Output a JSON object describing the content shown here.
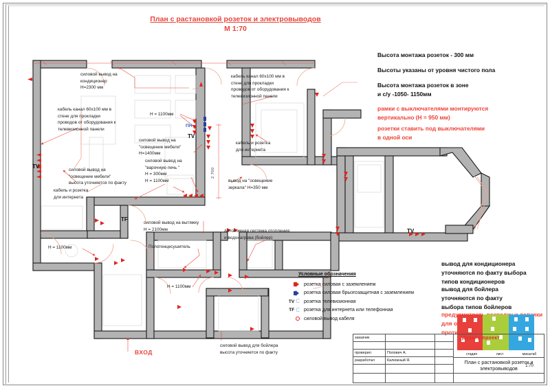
{
  "sheet": {
    "title": "План с растановкой розеток и электровыводов",
    "scale_label": "М 1:70"
  },
  "notes_black": [
    "Высота монтажа розеток - 300 мм",
    "Высоты указаны от уровня чистого пола",
    "Высота монтажа розеток в зоне",
    " и с/у -1050- 1150мм"
  ],
  "notes_red": [
    "рамки с выключателями монтируются",
    "вертикально (Н = 950 мм)",
    "розетки ставить под выключателями",
    "в одной оси"
  ],
  "notes_bottom": [
    "вывод для кондиционера",
    "уточняются по факту выбора",
    "типов кондиционеров",
    "вывод для бойлера",
    "уточняются по факту",
    "выбора типов бойлеров",
    "предусмотреть разводку и датчики",
    "для охраной сигнализации,",
    "противопожарные датчики"
  ],
  "annotations": [
    {
      "id": "ac-outlet",
      "lines": [
        "силовой вывод на",
        "кондиционер",
        " Н=2300 мм"
      ]
    },
    {
      "id": "cable-channel-left",
      "lines": [
        "кабель канал 60х100 мм в",
        "стене для прокладки",
        "проводов от оборудования к",
        "телевизионной панели"
      ]
    },
    {
      "id": "cable-channel-right",
      "lines": [
        "кабель канал 60х100 мм в",
        "стене для прокладки",
        "проводов от оборудования к",
        "телевизионной панели"
      ]
    },
    {
      "id": "h1100-a",
      "lines": [
        "Н = 1100мм"
      ]
    },
    {
      "id": "h1100-b",
      "lines": [
        "Н = 1100мм"
      ]
    },
    {
      "id": "h1100-c",
      "lines": [
        "Н = 1100мм"
      ]
    },
    {
      "id": "h1100-d",
      "lines": [
        "Н = 1100мм"
      ]
    },
    {
      "id": "h1100-e",
      "lines": [
        "Н = 1100мм"
      ]
    },
    {
      "id": "furniture-light-1400",
      "lines": [
        "силовой вывод на",
        "\"освещение мебели\"",
        "Н=1400мм"
      ]
    },
    {
      "id": "cooktop-300",
      "lines": [
        "силовой вывод на",
        "\"варочную печь \"",
        " Н = 300мм"
      ]
    },
    {
      "id": "furniture-light-tbd",
      "lines": [
        "силовой вывод на",
        "\"освещение мебели\"",
        "высота уточняется по факту"
      ]
    },
    {
      "id": "internet-socket-left",
      "lines": [
        "кабель и розетка",
        "для интернета"
      ]
    },
    {
      "id": "internet-socket-right",
      "lines": [
        "кабель и розетка",
        "для интернета"
      ]
    },
    {
      "id": "mirror-light-350",
      "lines": [
        "вывод на  \"освещение",
        "зеркала\" Н=350 мм"
      ]
    },
    {
      "id": "hood-2100",
      "lines": [
        "силовой вывод на вытяжку",
        "Н = 2100мм"
      ]
    },
    {
      "id": "towel-dryer",
      "lines": [
        "Полотенцесушитель"
      ]
    },
    {
      "id": "boiler-system",
      "lines": [
        "Автономная система отопления,",
        "и водонагрева (бойлер)"
      ]
    },
    {
      "id": "boiler-outlet",
      "lines": [
        "силовой вывод для  бойлера",
        "высота уточняется по факту"
      ]
    }
  ],
  "tags": {
    "tv_left": "TV",
    "tv_center": "TV",
    "tv_right": "TV",
    "tf_left": "TF",
    "pn": "ПН",
    "dimension": "2 700",
    "entry": "ВХОД"
  },
  "legend": {
    "title": "Условные обозначения",
    "items": [
      {
        "code": "",
        "symbol": "socket-red",
        "label": "розетка силовая с заземлением"
      },
      {
        "code": "",
        "symbol": "socket-blue",
        "label": "розетка силовая брызгозащитная с заземлением"
      },
      {
        "code": "TV",
        "symbol": "c-mark",
        "label": "розетка телевизионная"
      },
      {
        "code": "TF",
        "symbol": "c-mark",
        "label": "розетка для интернета или телефонная"
      },
      {
        "code": "",
        "symbol": "dot",
        "label": "силовой  вывод  кабеля"
      }
    ]
  },
  "title_block": {
    "rows": [
      {
        "label": "заказчик",
        "value": ""
      },
      {
        "label": "",
        "value": ""
      },
      {
        "label": "проверил",
        "value": "Попович А."
      },
      {
        "label": "разработал",
        "value": "Калюжный Я."
      },
      {
        "label": "",
        "value": ""
      }
    ],
    "drawing_name": "План с растановкой розеток и электровыводов",
    "col_headers": {
      "stage": "стадия",
      "sheet": "лист",
      "scale": "масштаб"
    },
    "scale_value": "1:70",
    "logo_text": "Дизайн-проект"
  },
  "colors": {
    "red": "#e8453c",
    "wall_fill": "#b3b3b3",
    "wall_stroke": "#1a1a1a",
    "socket_red": "#e1251b",
    "socket_blue": "#2b3f9e",
    "leader": "#f08a72",
    "logo_red": "#e8403a",
    "logo_green": "#aace3b",
    "logo_blue": "#34a7e0"
  }
}
